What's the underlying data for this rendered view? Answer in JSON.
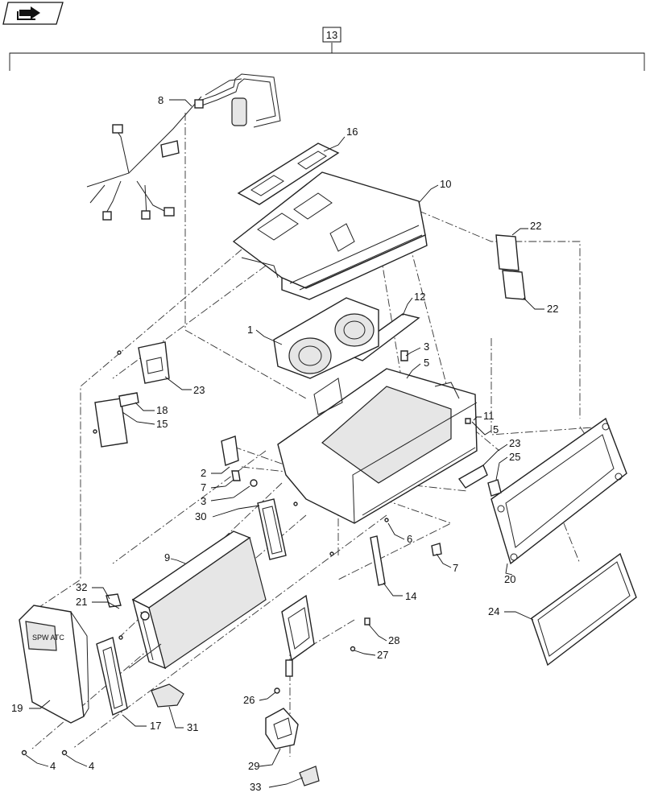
{
  "header": {
    "nav_icon": "book-arrow-icon",
    "assembly_ref": "13"
  },
  "callouts": {
    "c1": "1",
    "c2": "2",
    "c3a": "3",
    "c3b": "3",
    "c4a": "4",
    "c4b": "4",
    "c5a": "5",
    "c5b": "5",
    "c6": "6",
    "c7a": "7",
    "c7b": "7",
    "c8": "8",
    "c9": "9",
    "c10": "10",
    "c11": "11",
    "c12": "12",
    "c14": "14",
    "c15": "15",
    "c16": "16",
    "c17": "17",
    "c18": "18",
    "c19": "19",
    "c20": "20",
    "c21": "21",
    "c22a": "22",
    "c22b": "22",
    "c23a": "23",
    "c23b": "23",
    "c24": "24",
    "c25": "25",
    "c26": "26",
    "c27": "27",
    "c28": "28",
    "c29": "29",
    "c30": "30",
    "c31": "31",
    "c32": "32",
    "c33": "33"
  },
  "labels": {
    "control_panel_text": "SPW ATC"
  }
}
